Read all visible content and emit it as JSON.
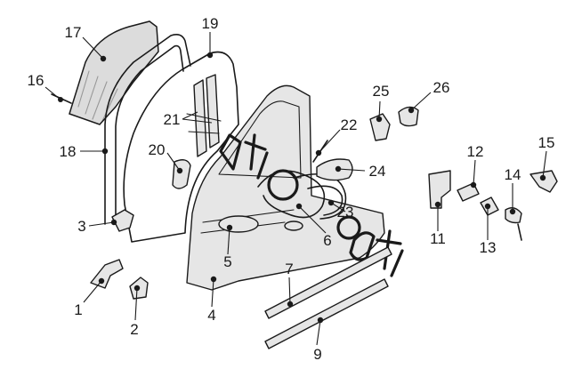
{
  "diagram": {
    "callouts": {
      "c1": "1",
      "c2": "2",
      "c3": "3",
      "c4": "4",
      "c5": "5",
      "c6": "6",
      "c7": "7",
      "c9": "9",
      "c11": "11",
      "c12": "12",
      "c13": "13",
      "c14": "14",
      "c15": "15",
      "c16": "16",
      "c17": "17",
      "c18": "18",
      "c19": "19",
      "c20": "20",
      "c21": "21",
      "c22": "22",
      "c23": "23",
      "c24": "24",
      "c25": "25",
      "c26": "26"
    }
  }
}
